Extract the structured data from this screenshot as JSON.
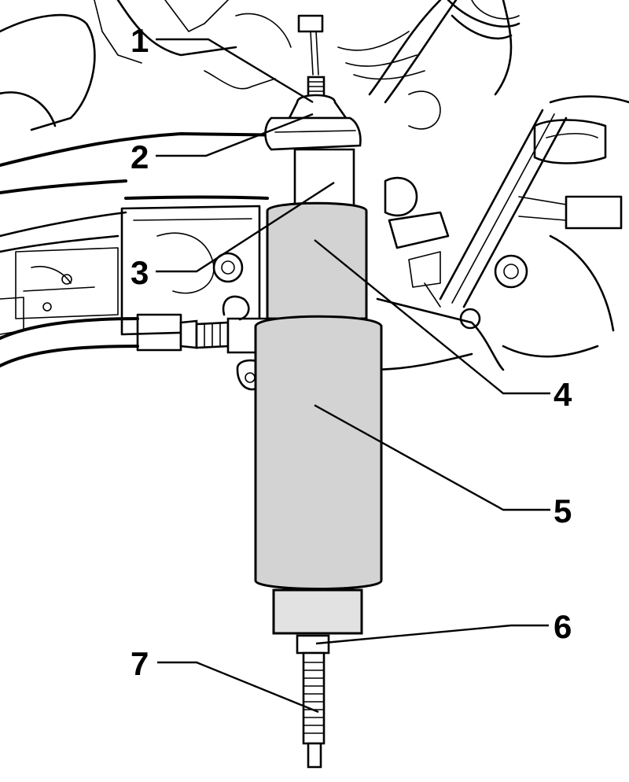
{
  "callouts": [
    {
      "id": "1",
      "label": "1"
    },
    {
      "id": "2",
      "label": "2"
    },
    {
      "id": "3",
      "label": "3"
    },
    {
      "id": "4",
      "label": "4"
    },
    {
      "id": "5",
      "label": "5"
    },
    {
      "id": "6",
      "label": "6"
    },
    {
      "id": "7",
      "label": "7"
    }
  ],
  "colors": {
    "line": "#000000",
    "background": "#ffffff",
    "tool_fill": "#d3d3d3"
  }
}
